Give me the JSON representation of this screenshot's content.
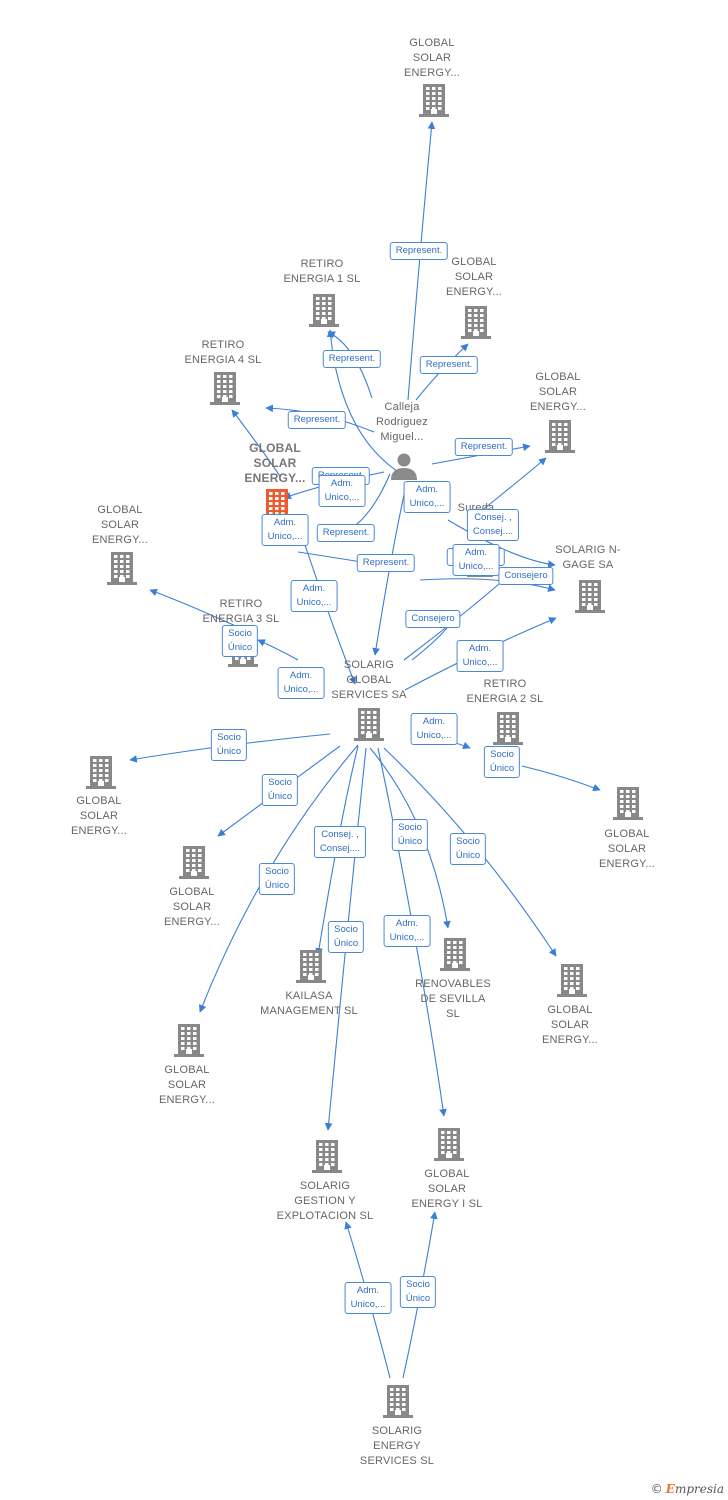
{
  "colors": {
    "edge": "#3a7fd5",
    "node": "#888888",
    "focus": "#ee5b2f",
    "person": "#8a8a8a"
  },
  "nodes": [
    {
      "id": "n_top",
      "label": "GLOBAL\nSOLAR\nENERGY...",
      "icon": "building-icon"
    },
    {
      "id": "n_r1",
      "label": "RETIRO\nENERGIA 1  SL",
      "icon": "building-icon"
    },
    {
      "id": "n_gs2",
      "label": "GLOBAL\nSOLAR\nENERGY...",
      "icon": "building-icon"
    },
    {
      "id": "n_r4",
      "label": "RETIRO\nENERGIA 4  SL",
      "icon": "building-icon"
    },
    {
      "id": "n_gs3",
      "label": "GLOBAL\nSOLAR\nENERGY...",
      "icon": "building-icon"
    },
    {
      "id": "n_person",
      "label": "Calleja\nRodriguez\nMiguel...",
      "icon": "person-icon"
    },
    {
      "id": "n_focus",
      "label": "GLOBAL\nSOLAR\nENERGY...",
      "icon": "building-icon",
      "focus": true
    },
    {
      "id": "n_gs4",
      "label": "GLOBAL\nSOLAR\nENERGY...",
      "icon": "building-icon"
    },
    {
      "id": "n_sureda",
      "label": "Sureda\nJ...",
      "icon": "person-icon"
    },
    {
      "id": "n_ngage",
      "label": "SOLARIG N-\nGAGE SA",
      "icon": "building-icon"
    },
    {
      "id": "n_r3",
      "label": "RETIRO\nENERGIA 3  SL",
      "icon": "building-icon"
    },
    {
      "id": "n_sgs",
      "label": "SOLARIG\nGLOBAL\nSERVICES SA",
      "icon": "building-icon"
    },
    {
      "id": "n_r2",
      "label": "RETIRO\nENERGIA 2  SL",
      "icon": "building-icon"
    },
    {
      "id": "n_gs5",
      "label": "GLOBAL\nSOLAR\nENERGY...",
      "icon": "building-icon"
    },
    {
      "id": "n_gs6",
      "label": "GLOBAL\nSOLAR\nENERGY...",
      "icon": "building-icon"
    },
    {
      "id": "n_gs7",
      "label": "GLOBAL\nSOLAR\nENERGY...",
      "icon": "building-icon"
    },
    {
      "id": "n_kailasa",
      "label": "KAILASA\nMANAGEMENT SL",
      "icon": "building-icon"
    },
    {
      "id": "n_renov",
      "label": "RENOVABLES\nDE SEVILLA\nSL",
      "icon": "building-icon"
    },
    {
      "id": "n_gs8",
      "label": "GLOBAL\nSOLAR\nENERGY...",
      "icon": "building-icon"
    },
    {
      "id": "n_gs9",
      "label": "GLOBAL\nSOLAR\nENERGY...",
      "icon": "building-icon"
    },
    {
      "id": "n_sgestion",
      "label": "SOLARIG\nGESTION Y\nEXPLOTACION SL",
      "icon": "building-icon"
    },
    {
      "id": "n_gs1",
      "label": "GLOBAL\nSOLAR\nENERGY I  SL",
      "icon": "building-icon"
    },
    {
      "id": "n_ses",
      "label": "SOLARIG\nENERGY\nSERVICES  SL",
      "icon": "building-icon"
    }
  ],
  "relations": [
    {
      "label": "Represent."
    },
    {
      "label": "Represent."
    },
    {
      "label": "Represent."
    },
    {
      "label": "Represent."
    },
    {
      "label": "Represent."
    },
    {
      "label": "Represent."
    },
    {
      "label": "Adm.\nUnico,..."
    },
    {
      "label": "Adm.\nUnico,..."
    },
    {
      "label": "Represent."
    },
    {
      "label": "Adm.\nUnico,..."
    },
    {
      "label": "Consej. ,\nConsej...."
    },
    {
      "label": "Represent."
    },
    {
      "label": "Adm.\nUnico,..."
    },
    {
      "label": "Represent."
    },
    {
      "label": "Consejero"
    },
    {
      "label": "Adm.\nUnico,..."
    },
    {
      "label": "Consejero"
    },
    {
      "label": "Socio\nÚnico"
    },
    {
      "label": "Adm.\nUnico,..."
    },
    {
      "label": "Adm.\nUnico,..."
    },
    {
      "label": "Socio\nÚnico"
    },
    {
      "label": "Adm.\nUnico,..."
    },
    {
      "label": "Socio\nÚnico"
    },
    {
      "label": "Socio\nÚnico"
    },
    {
      "label": "Consej. ,\nConsej...."
    },
    {
      "label": "Socio\nÚnico"
    },
    {
      "label": "Socio\nÚnico"
    },
    {
      "label": "Socio\nÚnico"
    },
    {
      "label": "Socio\nÚnico"
    },
    {
      "label": "Adm.\nUnico,..."
    },
    {
      "label": "Adm.\nUnico,..."
    },
    {
      "label": "Socio\nÚnico"
    }
  ],
  "watermark": {
    "symbol": "©",
    "brand_initial": "E",
    "brand_rest": "mpresia"
  }
}
